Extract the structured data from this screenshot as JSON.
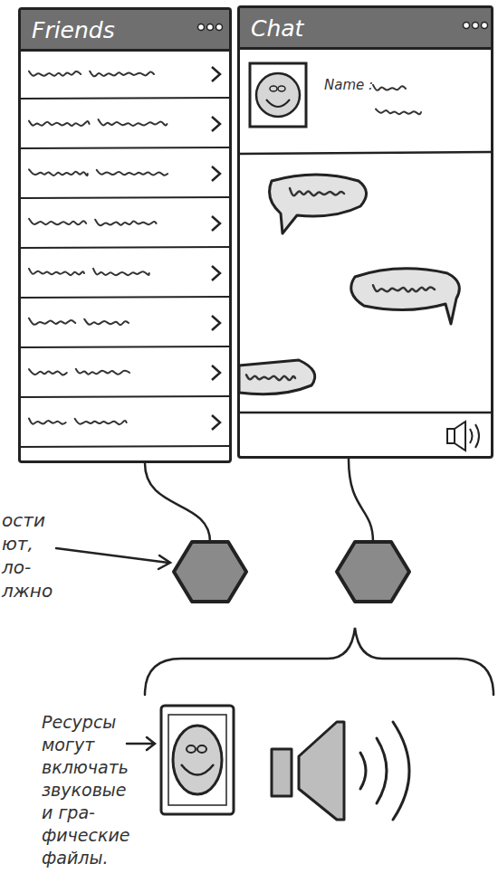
{
  "diagram": {
    "nodes": [
      {
        "text": [
          "Friends"
        ]
      },
      {
        "text": [
          "Chat"
        ]
      }
    ],
    "labels": [
      "Name :",
      "ости ют, ло- лжно",
      "Ресурсы могут включать звуковые и гра- фические файлы."
    ]
  }
}
